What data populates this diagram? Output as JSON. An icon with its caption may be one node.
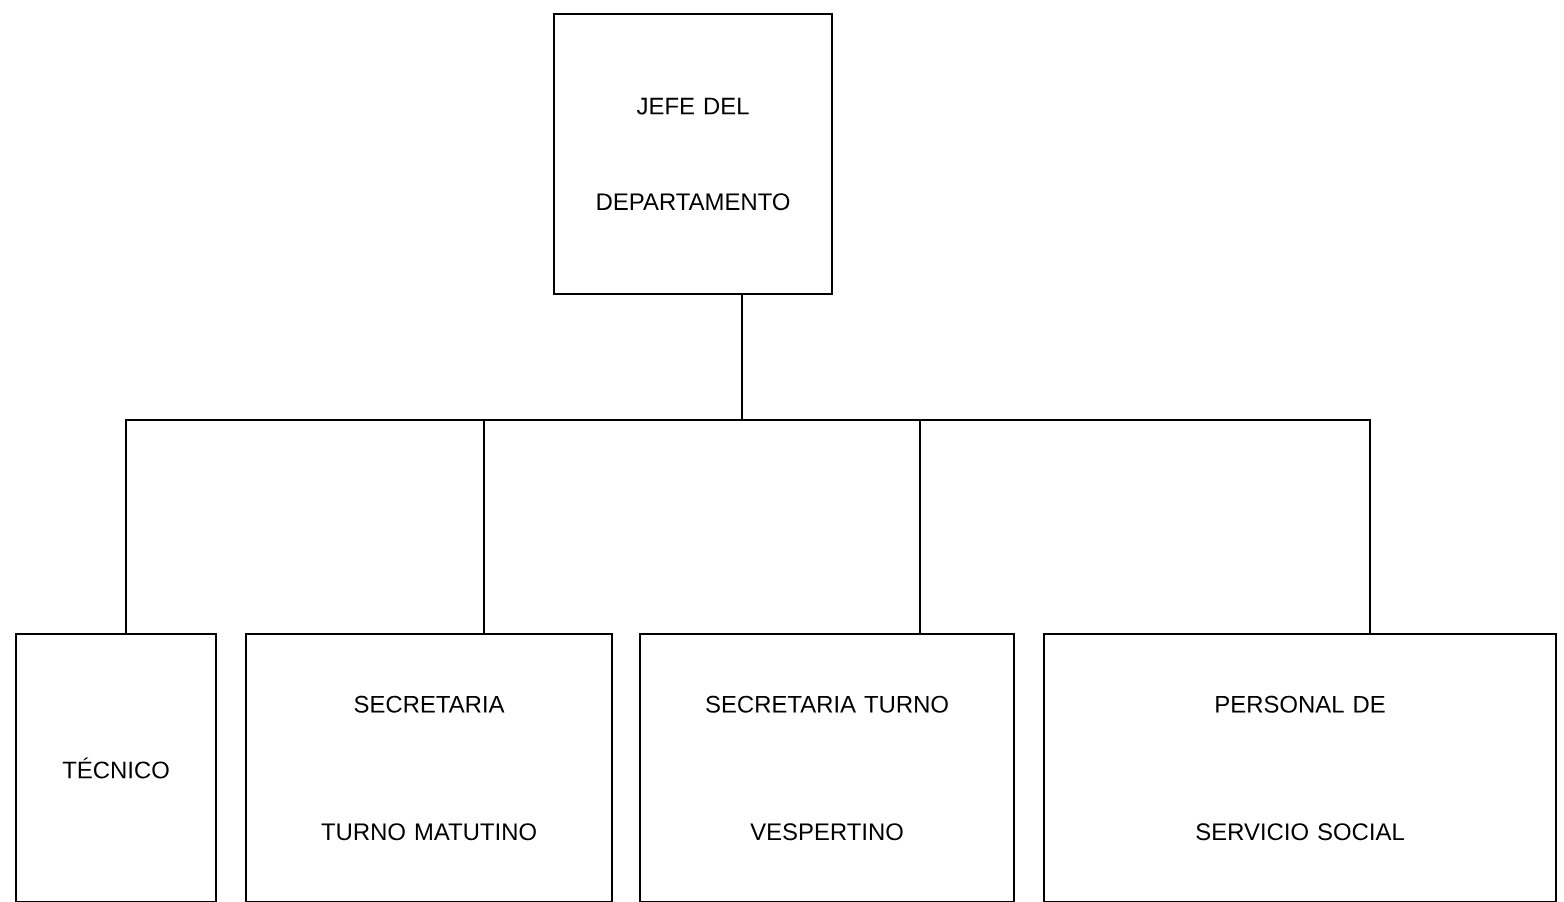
{
  "diagram": {
    "nodes": [
      {
        "text": [
          "JEFE DEL DEPARTAMENTO"
        ]
      },
      {
        "text": [
          "TÉCNICO"
        ]
      },
      {
        "text": [
          "SECRETARIA TURNO MATUTINO"
        ]
      },
      {
        "text": [
          "SECRETARIA TURNO VESPERTINO"
        ]
      },
      {
        "text": [
          "PERSONAL DE SERVICIO SOCIAL"
        ]
      }
    ],
    "edges": [
      {
        "from": 0,
        "to": 1,
        "arrow": "none"
      },
      {
        "from": 0,
        "to": 2,
        "arrow": "none"
      },
      {
        "from": 0,
        "to": 3,
        "arrow": "none"
      },
      {
        "from": 0,
        "to": 4,
        "arrow": "none"
      }
    ]
  }
}
